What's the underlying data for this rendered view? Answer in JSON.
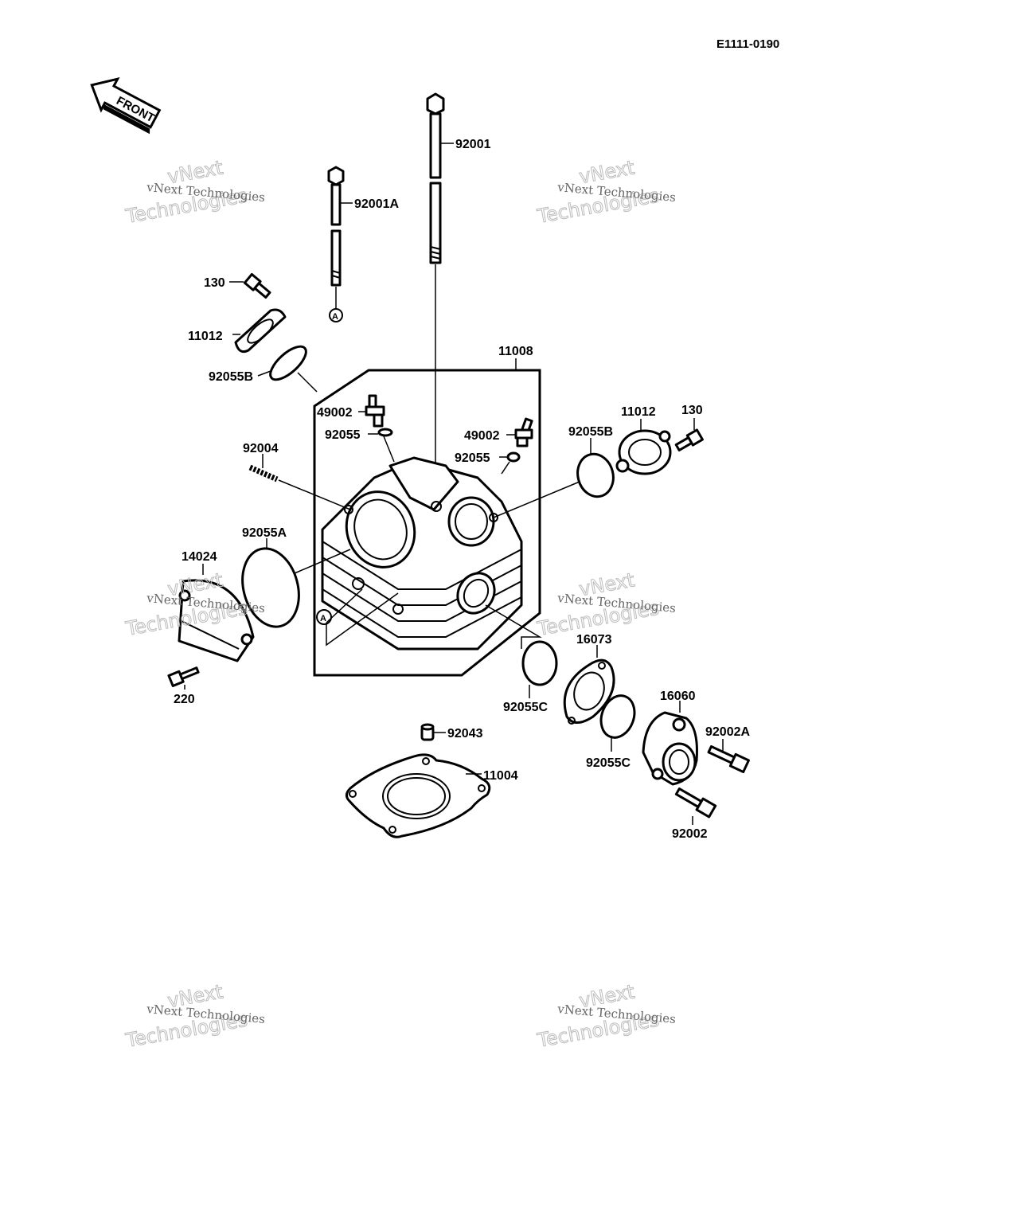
{
  "diagram_code": "E1111-0190",
  "front_label": "FRONT",
  "callout_marker": "A",
  "watermark": {
    "small": "vNext Technologies",
    "big_line1": "vNext",
    "big_line2": "Technologies"
  },
  "parts": {
    "p92001": "92001",
    "p92001A": "92001A",
    "p130_left": "130",
    "p11012_left": "11012",
    "p92055B_left": "92055B",
    "p11008": "11008",
    "p49002_left": "49002",
    "p92055_left": "92055",
    "p49002_right": "49002",
    "p92055_right": "92055",
    "p92055B_right": "92055B",
    "p11012_right": "11012",
    "p130_right": "130",
    "p92004": "92004",
    "p92055A": "92055A",
    "p14024": "14024",
    "p220": "220",
    "p16073": "16073",
    "p92055C_left": "92055C",
    "p92055C_right": "92055C",
    "p16060": "16060",
    "p92002A": "92002A",
    "p92002": "92002",
    "p92043": "92043",
    "p11004": "11004"
  }
}
